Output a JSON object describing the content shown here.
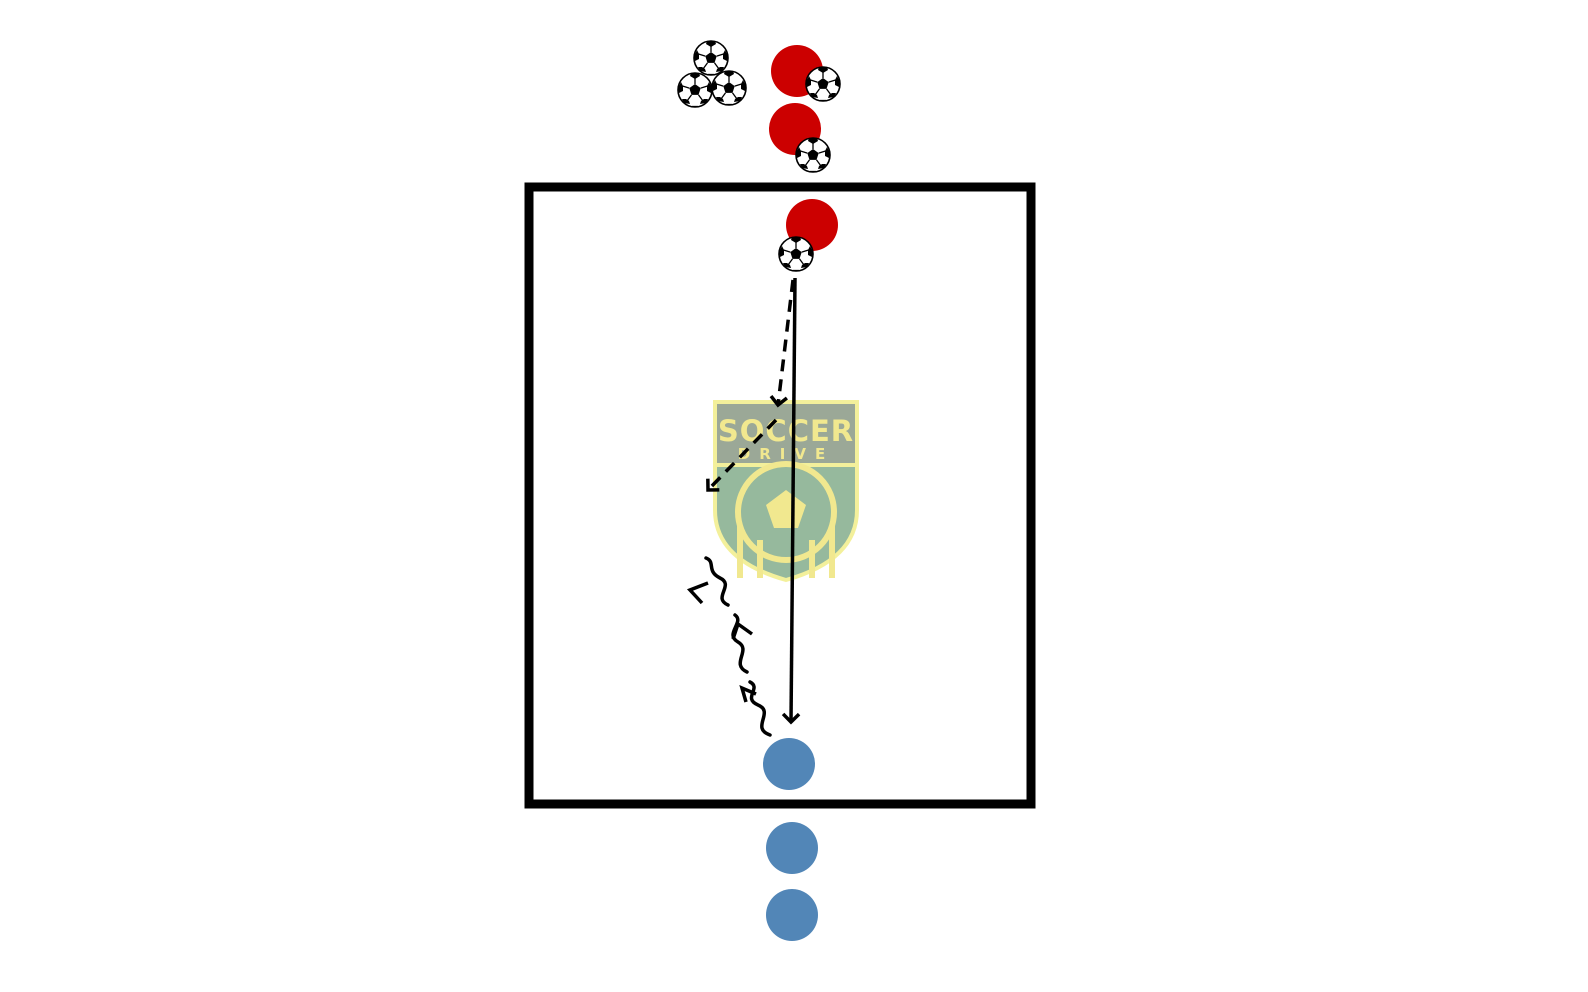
{
  "diagram": {
    "type": "soccer-drill",
    "background": "#ffffff",
    "field_border_color": "#000000",
    "watermark": {
      "name": "soccer-drive-logo",
      "line1": "SOCCER",
      "line2": "DRIVE",
      "colors": {
        "top": "#8a9a86",
        "bottom": "#84ad8c",
        "border": "#f2ee8a",
        "ball": "#efe47c"
      }
    },
    "players": {
      "attackers": {
        "color": "#cc0000",
        "count": 3
      },
      "defenders": {
        "color": "#5286b7",
        "count": 3
      }
    },
    "balls": {
      "count": 6
    },
    "actions": [
      {
        "name": "pass",
        "style": "solid-arrow"
      },
      {
        "name": "run-1",
        "style": "dashed-arrow"
      },
      {
        "name": "run-2",
        "style": "dashed-arrow"
      },
      {
        "name": "dribble",
        "style": "wavy-arrow"
      }
    ]
  }
}
